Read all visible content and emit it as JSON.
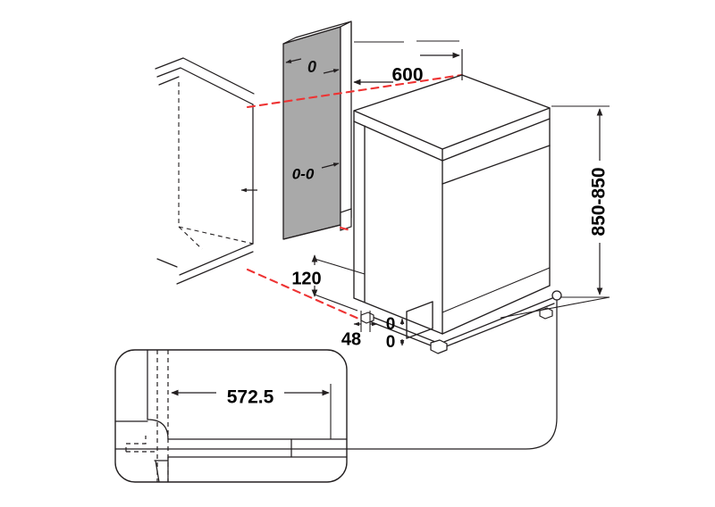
{
  "diagram": {
    "title": "Dishwasher installation dimension drawing",
    "type": "technical-line-drawing",
    "units": "mm",
    "colors": {
      "line": "#231f20",
      "panel_fill": "#a9a9a9",
      "alignment_dashed": "#ee3333",
      "background": "#ffffff",
      "text": "#000000"
    }
  },
  "dimensions": {
    "niche_width": {
      "label": "600",
      "orientation": "horizontal",
      "location": "top, between cabinet side panel and dishwasher rear right corner"
    },
    "appliance_height": {
      "label": "850-850",
      "orientation": "vertical-rotated",
      "location": "right side of dishwasher, full height"
    },
    "plinth_height": {
      "label": "120",
      "orientation": "vertical",
      "location": "lower left, above the 48 dimension"
    },
    "foot_clearance": {
      "label": "48",
      "orientation": "horizontal",
      "location": "bottom left near front foot"
    },
    "panel_thickness": {
      "label": "0",
      "orientation": "horizontal",
      "location": "top of grey side panel"
    },
    "panel_section_marker": {
      "label": "0-0",
      "orientation": "horizontal",
      "location": "middle of grey side panel"
    },
    "base_offset": {
      "label": "0",
      "orientation": "vertical",
      "location": "bottom centre, between base rail and floor line"
    },
    "detail_depth": {
      "label": "572.5",
      "orientation": "horizontal",
      "location": "inside the rounded detail callout, lower left"
    }
  },
  "callout": {
    "name": "detail-view",
    "shape": "rounded-rectangle",
    "contents_label": "572.5",
    "leader_target": "rear-leg-circle"
  },
  "parts": {
    "cabinet": "adjacent-cabinet-outline",
    "side_panel": "grey-side-panel",
    "appliance": "free-standing-dishwasher",
    "lid": "worktop-lid",
    "control_band": "control-panel-band",
    "door": "appliance-door",
    "front_foot": "front-adjustable-foot",
    "rear_foot": "rear-adjustable-foot",
    "base_rail": "base-rail"
  }
}
